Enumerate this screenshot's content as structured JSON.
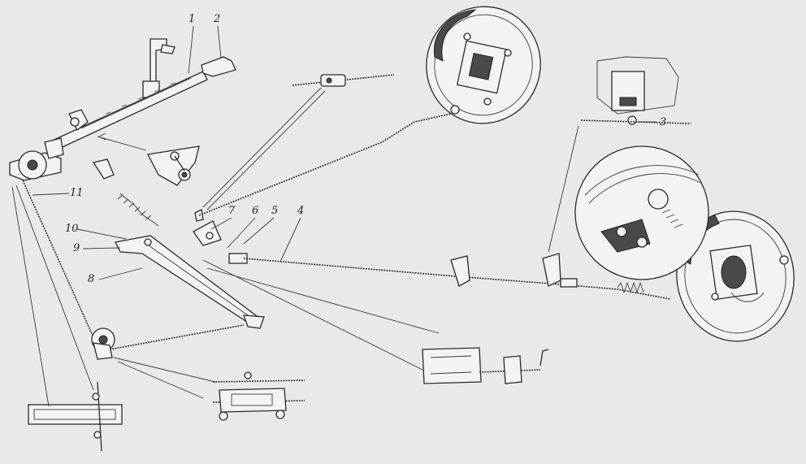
{
  "diagram": {
    "callouts": [
      {
        "key": "c1",
        "text": "1"
      },
      {
        "key": "c2",
        "text": "2"
      },
      {
        "key": "c3",
        "text": "3"
      },
      {
        "key": "c4",
        "text": "4"
      },
      {
        "key": "c5",
        "text": "5"
      },
      {
        "key": "c6",
        "text": "6"
      },
      {
        "key": "c7",
        "text": "7"
      },
      {
        "key": "c8",
        "text": "8"
      },
      {
        "key": "c9",
        "text": "9"
      },
      {
        "key": "c10",
        "text": "10"
      },
      {
        "key": "c11",
        "text": "11"
      }
    ],
    "colors": {
      "background": "#e9e9e7",
      "ink": "#2b2b2b"
    }
  }
}
